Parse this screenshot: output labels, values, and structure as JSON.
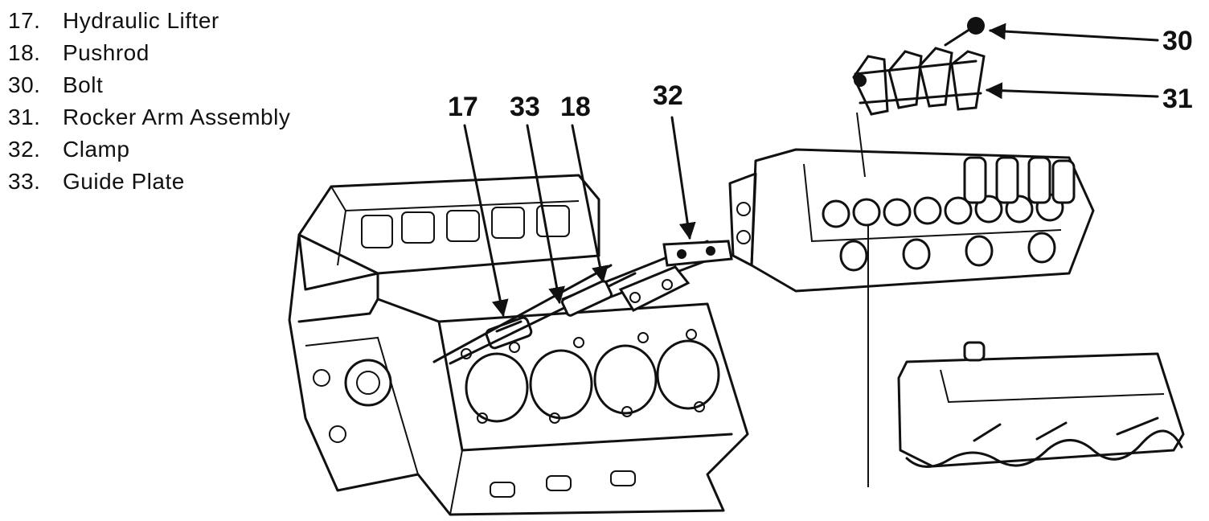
{
  "legend": [
    {
      "num": "17.",
      "label": "Hydraulic Lifter"
    },
    {
      "num": "18.",
      "label": "Pushrod"
    },
    {
      "num": "30.",
      "label": "Bolt"
    },
    {
      "num": "31.",
      "label": "Rocker Arm Assembly"
    },
    {
      "num": "32.",
      "label": "Clamp"
    },
    {
      "num": "33.",
      "label": "Guide Plate"
    }
  ],
  "callouts": {
    "lifter": "17",
    "guide_plate": "33",
    "pushrod": "18",
    "clamp": "32",
    "bolt": "30",
    "rocker_arm": "31"
  }
}
